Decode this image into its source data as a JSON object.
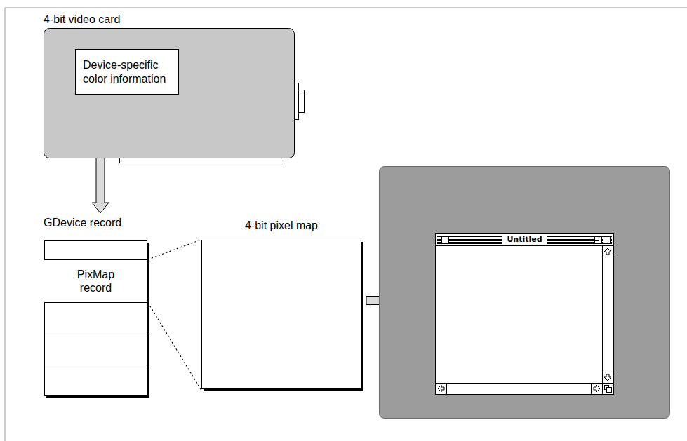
{
  "diagram": {
    "nodes": [
      {
        "text": [
          "4-bit video card"
        ]
      },
      {
        "text": [
          "Device-specific color information"
        ],
        "in": 0
      },
      {
        "text": [
          "GDevice record"
        ]
      },
      {
        "text": [
          "PixMap record"
        ],
        "in": 2
      },
      {
        "text": [
          "4-bit pixel map"
        ]
      },
      {
        "text": [
          "Untitled"
        ]
      }
    ],
    "edges": [
      {
        "from": 1,
        "to": 2,
        "arrow": "to"
      },
      {
        "from": 3,
        "to": 4,
        "arrow": "none"
      },
      {
        "from": 3,
        "to": 4,
        "arrow": "none"
      },
      {
        "from": 4,
        "to": 5,
        "arrow": "to"
      }
    ]
  }
}
